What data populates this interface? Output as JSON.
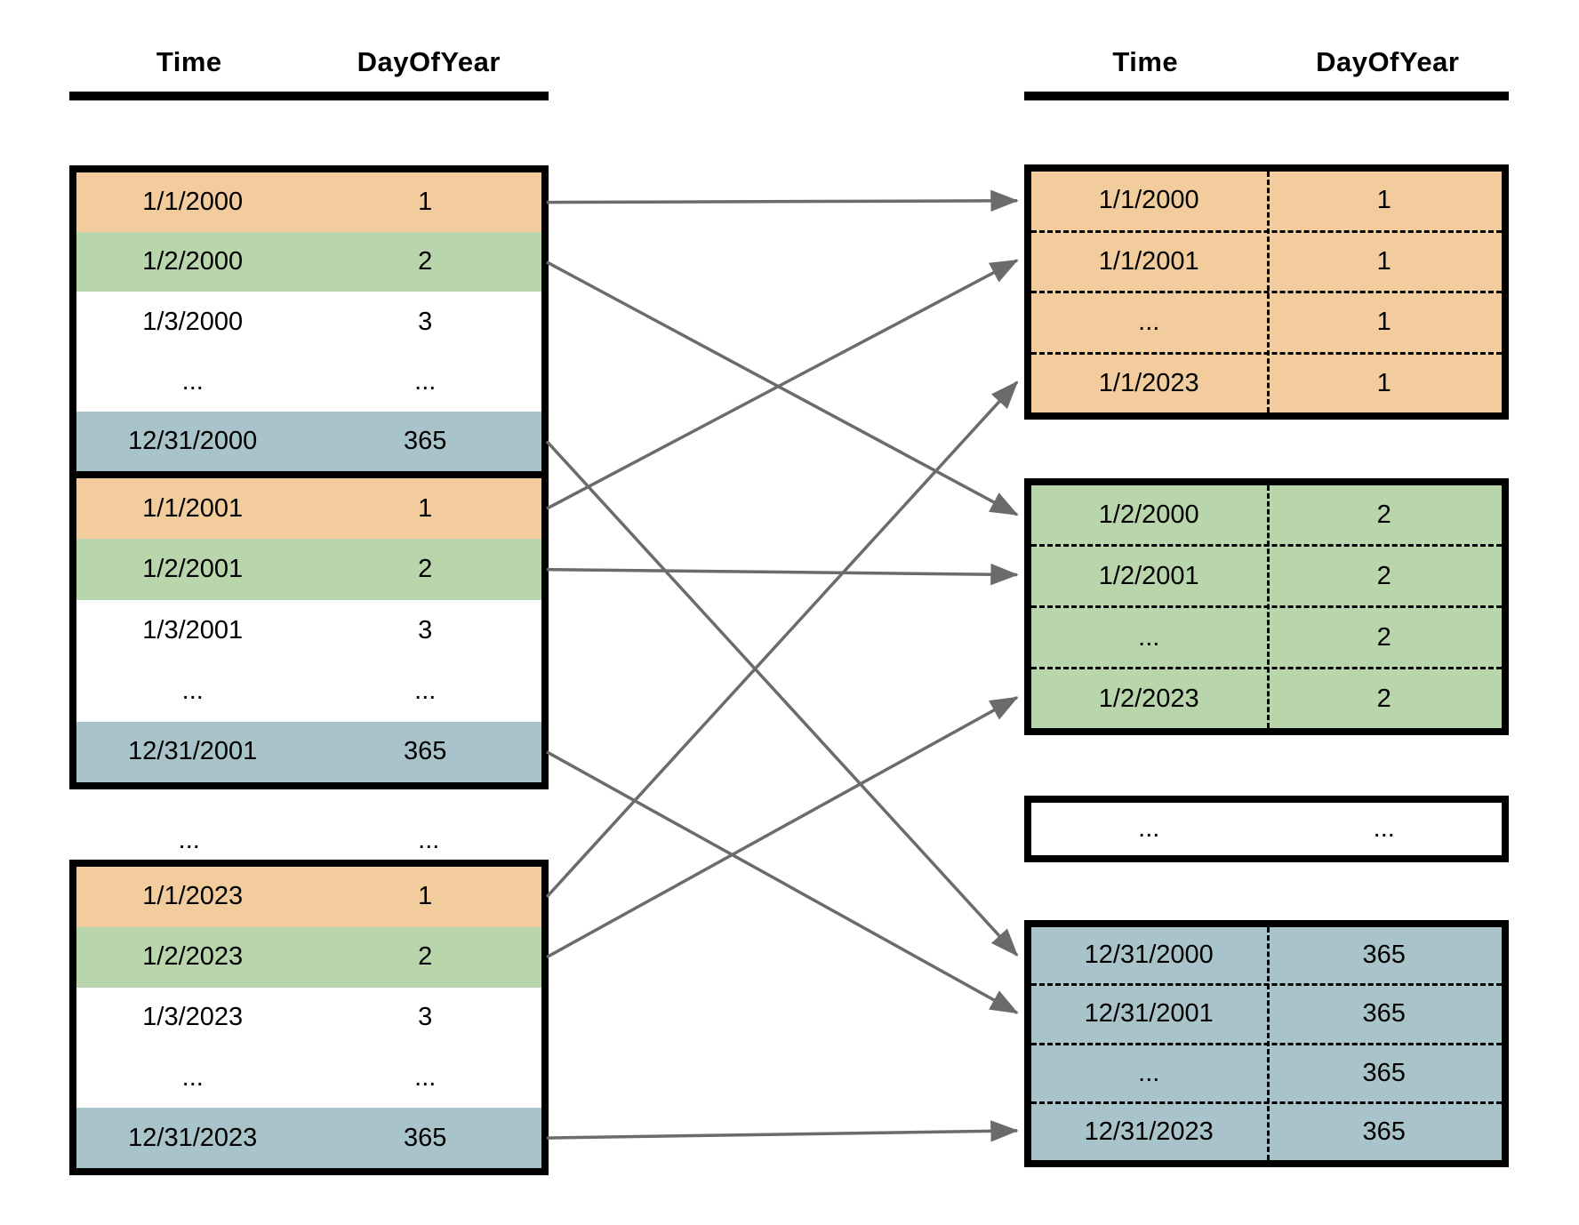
{
  "palette": {
    "orange": "#F2CC9D",
    "green": "#B9D5AB",
    "blue": "#A9C3CA",
    "white": "#FFFFFF",
    "border": "#000000",
    "arrow": "#6B6B6B"
  },
  "left_panel": {
    "header": {
      "time": "Time",
      "day": "DayOfYear"
    },
    "blocks": [
      {
        "rows": [
          {
            "time": "1/1/2000",
            "day": "1",
            "color": "orange"
          },
          {
            "time": "1/2/2000",
            "day": "2",
            "color": "green"
          },
          {
            "time": "1/3/2000",
            "day": "3",
            "color": "white"
          },
          {
            "time": "...",
            "day": "...",
            "color": "white"
          },
          {
            "time": "12/31/2000",
            "day": "365",
            "color": "blue"
          }
        ]
      },
      {
        "rows": [
          {
            "time": "1/1/2001",
            "day": "1",
            "color": "orange"
          },
          {
            "time": "1/2/2001",
            "day": "2",
            "color": "green"
          },
          {
            "time": "1/3/2001",
            "day": "3",
            "color": "white"
          },
          {
            "time": "...",
            "day": "...",
            "color": "white"
          },
          {
            "time": "12/31/2001",
            "day": "365",
            "color": "blue"
          }
        ]
      },
      {
        "rows": [
          {
            "time": "1/1/2023",
            "day": "1",
            "color": "orange"
          },
          {
            "time": "1/2/2023",
            "day": "2",
            "color": "green"
          },
          {
            "time": "1/3/2023",
            "day": "3",
            "color": "white"
          },
          {
            "time": "...",
            "day": "...",
            "color": "white"
          },
          {
            "time": "12/31/2023",
            "day": "365",
            "color": "blue"
          }
        ]
      }
    ],
    "between_blocks_row": {
      "time": "...",
      "day": "..."
    }
  },
  "right_panel": {
    "header": {
      "time": "Time",
      "day": "DayOfYear"
    },
    "blocks": [
      {
        "color": "orange",
        "divider": true,
        "rows": [
          {
            "time": "1/1/2000",
            "day": "1"
          },
          {
            "time": "1/1/2001",
            "day": "1"
          },
          {
            "time": "...",
            "day": "1"
          },
          {
            "time": "1/1/2023",
            "day": "1"
          }
        ]
      },
      {
        "color": "green",
        "divider": true,
        "rows": [
          {
            "time": "1/2/2000",
            "day": "2"
          },
          {
            "time": "1/2/2001",
            "day": "2"
          },
          {
            "time": "...",
            "day": "2"
          },
          {
            "time": "1/2/2023",
            "day": "2"
          }
        ]
      },
      {
        "color": "white",
        "divider": false,
        "rows": [
          {
            "time": "...",
            "day": "..."
          }
        ]
      },
      {
        "color": "blue",
        "divider": true,
        "rows": [
          {
            "time": "12/31/2000",
            "day": "365"
          },
          {
            "time": "12/31/2001",
            "day": "365"
          },
          {
            "time": "...",
            "day": "365"
          },
          {
            "time": "12/31/2023",
            "day": "365"
          }
        ]
      }
    ]
  },
  "arrows": [
    {
      "from_block": 0,
      "from_row": 0,
      "to_block": 0,
      "to_row": 0
    },
    {
      "from_block": 0,
      "from_row": 1,
      "to_block": 1,
      "to_row": 0
    },
    {
      "from_block": 0,
      "from_row": 4,
      "to_block": 3,
      "to_row": 0
    },
    {
      "from_block": 1,
      "from_row": 0,
      "to_block": 0,
      "to_row": 1
    },
    {
      "from_block": 1,
      "from_row": 1,
      "to_block": 1,
      "to_row": 1
    },
    {
      "from_block": 1,
      "from_row": 4,
      "to_block": 3,
      "to_row": 1
    },
    {
      "from_block": 2,
      "from_row": 0,
      "to_block": 0,
      "to_row": 3
    },
    {
      "from_block": 2,
      "from_row": 1,
      "to_block": 1,
      "to_row": 3
    },
    {
      "from_block": 2,
      "from_row": 4,
      "to_block": 3,
      "to_row": 3
    }
  ]
}
